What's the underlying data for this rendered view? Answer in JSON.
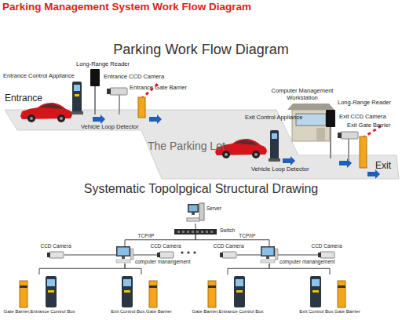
{
  "diagram": {
    "title": "Parking Management System Work Flow Diagram",
    "nodes": [
      {
        "text": [
          "Server"
        ]
      },
      {
        "text": [
          "Switch"
        ]
      },
      {
        "text": [
          "CCD Camera"
        ]
      },
      {
        "text": [
          "computer manangement"
        ]
      },
      {
        "text": [
          "CCD Camera"
        ]
      },
      {
        "text": [
          "CCD Camera"
        ]
      },
      {
        "text": [
          "computer manangement"
        ]
      },
      {
        "text": [
          "CCD Camera"
        ]
      },
      {
        "text": [
          "Gate Barrier,Entrance Control Box"
        ]
      },
      {
        "text": [
          "Exit Control Box,Gate Barrier"
        ]
      },
      {
        "text": [
          "Gate Barrier,Entrance Control Box"
        ]
      },
      {
        "text": [
          "Exit Control Box,Gate Barrier"
        ]
      }
    ],
    "edges": [
      {
        "from": 0,
        "to": 1,
        "arrow": "none"
      },
      {
        "from": 1,
        "to": 3,
        "label": "TCP/IP",
        "arrow": "none"
      },
      {
        "from": 1,
        "to": 6,
        "label": "TCP/IP",
        "arrow": "none"
      },
      {
        "from": 3,
        "to": 2,
        "arrow": "none"
      },
      {
        "from": 3,
        "to": 4,
        "arrow": "none"
      },
      {
        "from": 3,
        "to": 8,
        "arrow": "none"
      },
      {
        "from": 3,
        "to": 9,
        "arrow": "none"
      },
      {
        "from": 6,
        "to": 5,
        "arrow": "none"
      },
      {
        "from": 6,
        "to": 7,
        "arrow": "none"
      },
      {
        "from": 6,
        "to": 10,
        "arrow": "none"
      },
      {
        "from": 6,
        "to": 11,
        "arrow": "none"
      }
    ],
    "labels": [
      "Parking Work Flow Diagram",
      "Long-Range Reader",
      "Entrance Control Appliance",
      "Entrance CCD Camera",
      "Entrance Gate Barrier",
      "Entrance",
      "Vehicle Loop Detector",
      "The Parking Lot",
      "Computer Management Workstation",
      "Long-Range Reader",
      "Exit Control Appliance",
      "Exit CCD Camera",
      "Exit Gate Barrier",
      "Exit",
      "Vehicle Loop Detector",
      "Systematic Topolpgical Structural Drawing"
    ]
  }
}
